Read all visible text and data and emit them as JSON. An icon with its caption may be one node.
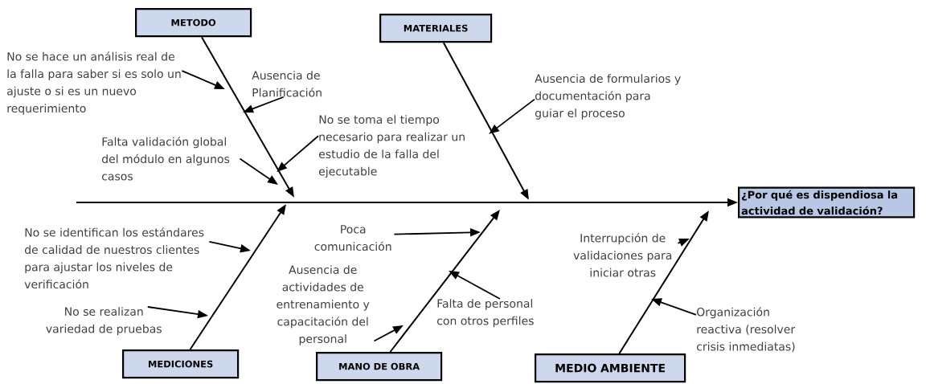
{
  "diagram": {
    "nodes": [
      {
        "text": [
          "¿Por qué es dispendiosa la actividad de validación?"
        ]
      },
      {
        "text": [
          "METODO"
        ]
      },
      {
        "text": [
          "MATERIALES"
        ]
      },
      {
        "text": [
          "MEDICIONES"
        ]
      },
      {
        "text": [
          "MANO DE OBRA"
        ]
      },
      {
        "text": [
          "MEDIO AMBIENTE"
        ]
      },
      {
        "text": [
          "No se hace un análisis real de la falla para saber si es solo un ajuste o si es un nuevo requerimiento"
        ]
      },
      {
        "text": [
          "Ausencia de Planificación"
        ]
      },
      {
        "text": [
          "Falta validación global del módulo en algunos casos"
        ]
      },
      {
        "text": [
          "No se toma el tiempo necesario para realizar un estudio de la falla del ejecutable"
        ]
      },
      {
        "text": [
          "Ausencia de formularios y documentación para guiar el proceso"
        ]
      },
      {
        "text": [
          "No se identifican los estándares de calidad de nuestros clientes para ajustar los niveles de verificación"
        ]
      },
      {
        "text": [
          "No se realizan variedad de pruebas"
        ]
      },
      {
        "text": [
          "Ausencia de actividades de entrenamiento y capacitación del personal"
        ]
      },
      {
        "text": [
          "Poca comunicación"
        ]
      },
      {
        "text": [
          "Falta de personal con otros perfiles"
        ]
      },
      {
        "text": [
          "Interrupción de validaciones para iniciar otras"
        ]
      },
      {
        "text": [
          "Organización reactiva (resolver crisis inmediatas)"
        ]
      }
    ],
    "edges": [
      {
        "from": null,
        "to": 0,
        "arrow": "to"
      },
      {
        "from": 1,
        "to": null,
        "arrow": "to"
      },
      {
        "from": 2,
        "to": null,
        "arrow": "to"
      },
      {
        "from": 3,
        "to": null,
        "arrow": "to"
      },
      {
        "from": 4,
        "to": null,
        "arrow": "to"
      },
      {
        "from": 5,
        "to": null,
        "arrow": "to"
      },
      {
        "from": 6,
        "to": null,
        "arrow": "to"
      },
      {
        "from": 7,
        "to": null,
        "arrow": "to"
      },
      {
        "from": 8,
        "to": null,
        "arrow": "to"
      },
      {
        "from": 9,
        "to": null,
        "arrow": "to"
      },
      {
        "from": 10,
        "to": null,
        "arrow": "to"
      },
      {
        "from": 11,
        "to": null,
        "arrow": "to"
      },
      {
        "from": 12,
        "to": null,
        "arrow": "to"
      },
      {
        "from": 13,
        "to": null,
        "arrow": "to"
      },
      {
        "from": 14,
        "to": null,
        "arrow": "to"
      },
      {
        "from": 15,
        "to": null,
        "arrow": "to"
      },
      {
        "from": 16,
        "to": null,
        "arrow": "to"
      },
      {
        "from": 17,
        "to": null,
        "arrow": "to"
      }
    ]
  }
}
